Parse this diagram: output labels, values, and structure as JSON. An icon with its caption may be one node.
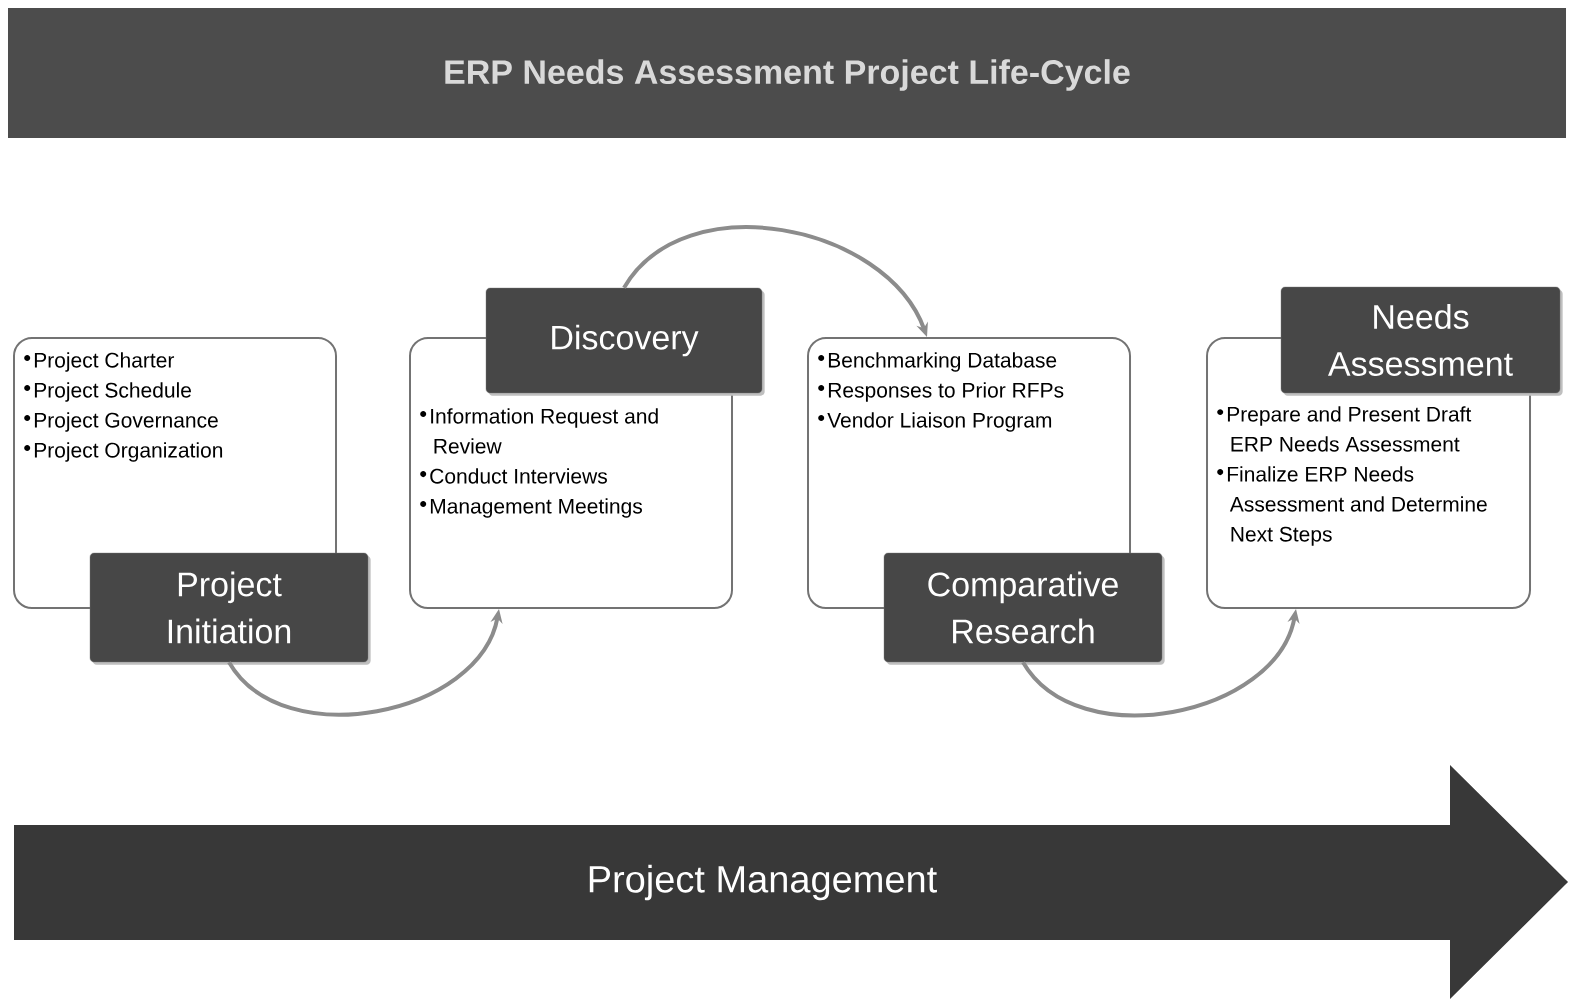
{
  "diagram": {
    "title": "ERP Needs Assessment Project Life-Cycle",
    "nodes": [
      {
        "text": [
          "Project Charter",
          "Project Schedule",
          "Project Governance",
          "Project Organization"
        ]
      },
      {
        "text": [
          "Project Initiation"
        ]
      },
      {
        "text": [
          "Discovery"
        ]
      },
      {
        "text": [
          "Information Request and Review",
          "Conduct Interviews",
          "Management Meetings"
        ]
      },
      {
        "text": [
          "Benchmarking Database",
          "Responses to Prior RFPs",
          "Vendor Liaison Program"
        ]
      },
      {
        "text": [
          "Comparative Research"
        ]
      },
      {
        "text": [
          "Needs Assessment"
        ]
      },
      {
        "text": [
          "Prepare and Present Draft ERP Needs Assessment",
          "Finalize ERP Needs Assessment and Determine Next Steps"
        ]
      },
      {
        "text": [
          "Project Management"
        ]
      }
    ],
    "edges": [
      {
        "from": 1,
        "to": 3,
        "arrow": "to"
      },
      {
        "from": 2,
        "to": 4,
        "arrow": "to"
      },
      {
        "from": 5,
        "to": 7,
        "arrow": "to"
      }
    ]
  }
}
